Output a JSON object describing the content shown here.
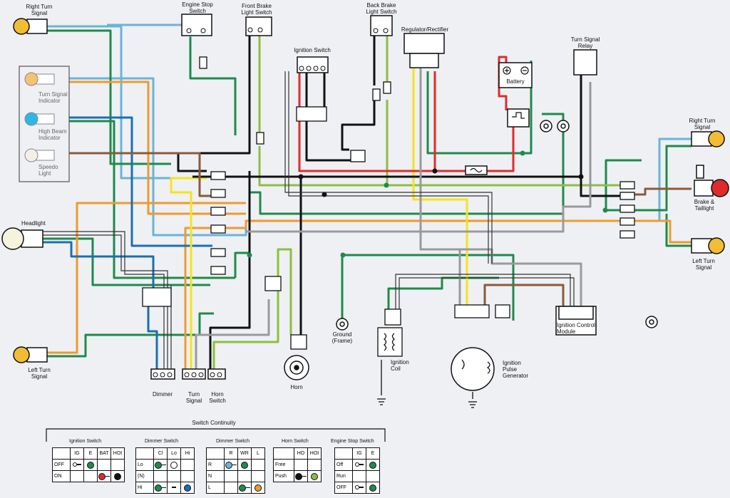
{
  "labels": {
    "right_turn_top": "Right Turn\nSignal",
    "engine_stop": "Engine Stop\nSwitch",
    "front_brake": "Front Brake\nLight Switch",
    "back_brake": "Back Brake\nLight Switch",
    "regulator": "Regulator/Rectifier",
    "ignition_switch": "Ignition Switch",
    "battery": "Battery",
    "turn_relay": "Turn Signal\nRelay",
    "right_turn_right": "Right Turn\nSignal",
    "brake_tail": "Brake &\nTaillight",
    "left_turn_right": "Left Turn\nSignal",
    "turn_indicator": "Turn Signal\nIndicator",
    "high_beam": "High Beam\nIndicator",
    "speedo": "Speedo\nLight",
    "headlight": "Headlight",
    "left_turn_left": "Left Turn\nSignal",
    "dimmer": "Dimmer",
    "turn_signal_sw": "Turn\nSignal",
    "horn_switch": "Horn\nSwitch",
    "horn": "Horn",
    "ground": "Ground\n(Frame)",
    "ignition_coil": "Ignition\nCoil",
    "pulse_gen": "Ignition\nPulse\nGenerator",
    "icm": "Ignition Control\nModule",
    "switch_continuity": "Switch Continuity"
  },
  "tables": {
    "ignition": {
      "title": "Ignition Switch",
      "cols": [
        "IG",
        "E",
        "BAT",
        "HOI"
      ],
      "rows": [
        "OFF",
        "ON"
      ]
    },
    "dimmer1": {
      "title": "Dimmer Switch",
      "cols": [
        "Cl",
        "Lo",
        "Hi"
      ],
      "rows": [
        "Lo",
        "(N)",
        "Hi"
      ]
    },
    "dimmer2": {
      "title": "Dimmer Switch",
      "cols": [
        "R",
        "WR",
        "L"
      ],
      "rows": [
        "R",
        "N",
        "L"
      ]
    },
    "horn": {
      "title": "Horn Switch",
      "cols": [
        "HO",
        "HOI"
      ],
      "rows": [
        "Free",
        "Push"
      ]
    },
    "engine_stop": {
      "title": "Engine Stop Switch",
      "cols": [
        "IG",
        "E"
      ],
      "rows": [
        "Off",
        "Run",
        "OFF"
      ]
    }
  },
  "colors": {
    "sky": "#6ab4d8",
    "green": "#1f8a4c",
    "orange": "#ef9a2e",
    "black": "#111111",
    "yellow": "#f4e41c",
    "red": "#e02b2b",
    "grey": "#9a9a9a",
    "brown": "#8a5a3a",
    "lime": "#8cbf3f",
    "blue": "#1b6fae",
    "white": "#ffffff"
  }
}
